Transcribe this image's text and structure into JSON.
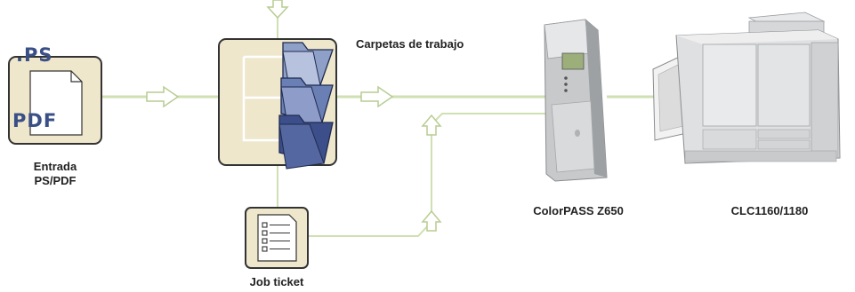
{
  "input": {
    "ps_text": ".PS",
    "pdf_text": "PDF",
    "label_line1": "Entrada",
    "label_line2": "PS/PDF"
  },
  "folders": {
    "label": "Carpetas de trabajo"
  },
  "job_ticket": {
    "label": "Job ticket"
  },
  "server": {
    "label": "ColorPASS Z650"
  },
  "printer": {
    "label": "CLC1160/1180"
  },
  "colors": {
    "flow_line": "#cfe0b2",
    "flow_stroke": "#b7cc92",
    "panel_bg": "#efe7cc",
    "panel_border": "#333333",
    "folder_light": "#8fa0c8",
    "folder_mid": "#6a7fb4",
    "folder_dark": "#3c4f8a",
    "text_blue": "#3a4f86"
  }
}
